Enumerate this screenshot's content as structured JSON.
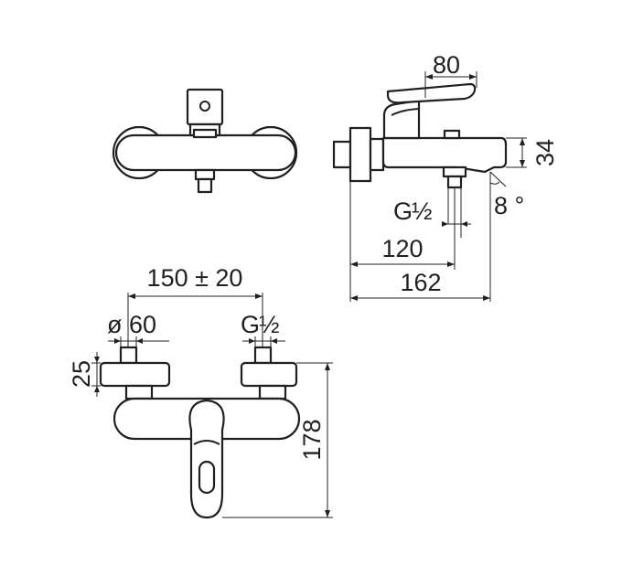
{
  "dimensions": {
    "top_width": "80",
    "height_34": "34",
    "angle": "8 °",
    "inlet_g": "G",
    "inlet_fraction": "½",
    "spout_offset": "120",
    "overall_depth": "162",
    "centers": "150 ± 20",
    "diameter": "ø 60",
    "front_g": "G",
    "front_fraction": "½",
    "height_25": "25",
    "height_178": "178"
  }
}
